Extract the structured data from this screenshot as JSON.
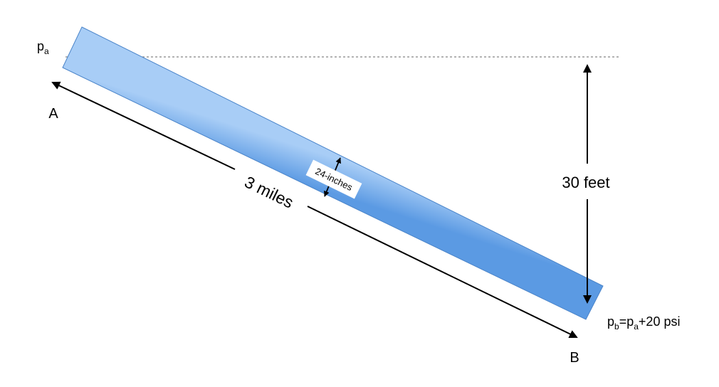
{
  "labels": {
    "pa_base": "p",
    "pa_sub": "a",
    "point_a": "A",
    "point_b": "B",
    "length": "3 miles",
    "diameter": "24-inches",
    "height": "30 feet",
    "pb_p1": "p",
    "pb_sub1": "b",
    "pb_eq": "=p",
    "pb_sub2": "a",
    "pb_rest": "+20 psi"
  },
  "colors": {
    "pipe_fill_top": "#a8cdf6",
    "pipe_fill_bottom": "#5b9ae3",
    "pipe_stroke": "#4a84c9",
    "line": "#000000",
    "dashed": "#999999"
  }
}
